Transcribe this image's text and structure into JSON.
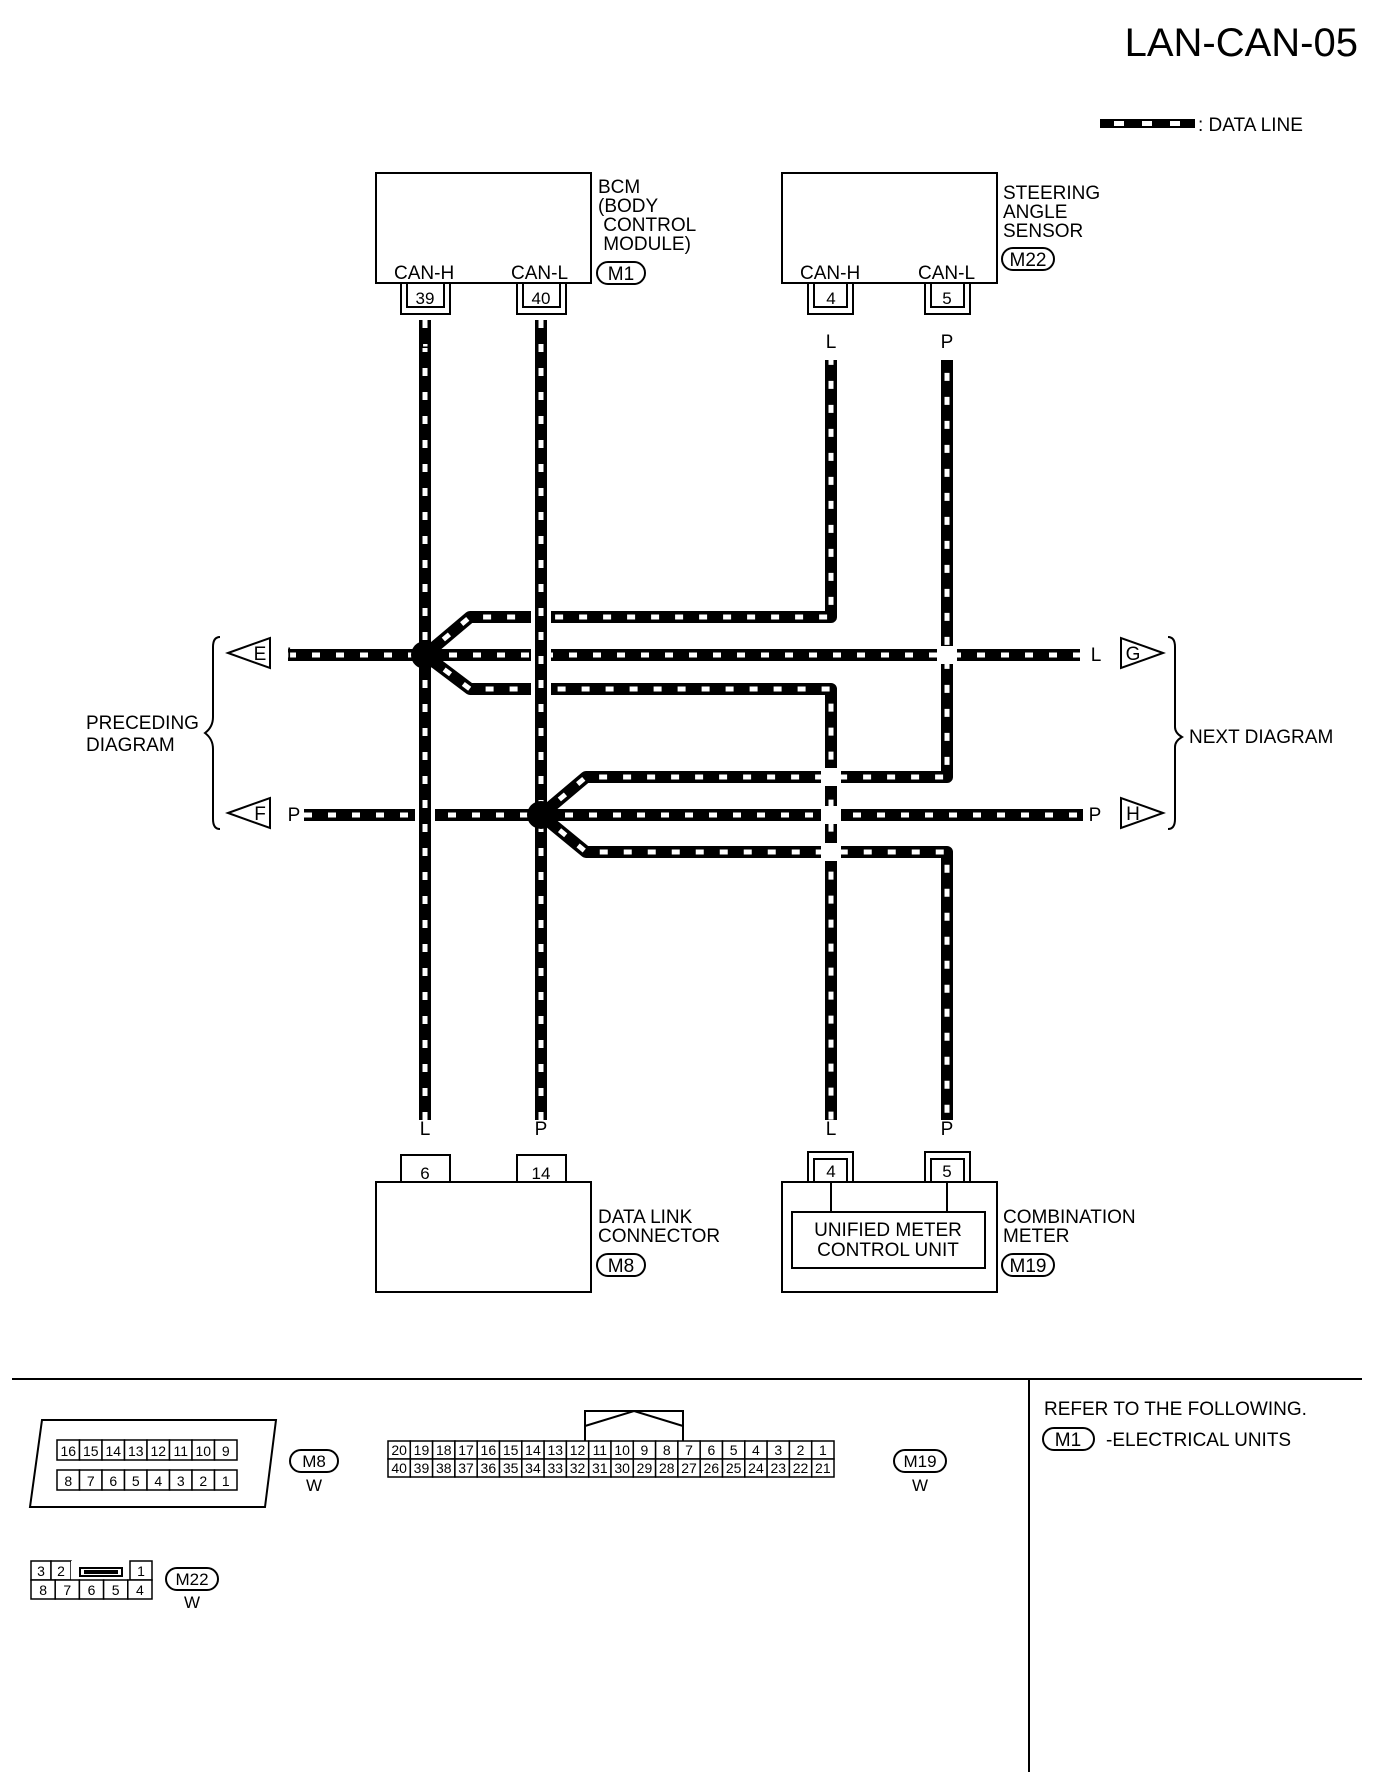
{
  "diagram_id": "LAN-CAN-05",
  "legend": {
    "data_line": ": DATA LINE"
  },
  "wire_colors": {
    "can_h": "L",
    "can_l": "P"
  },
  "components": {
    "bcm": {
      "name_lines": [
        "BCM",
        "(BODY",
        " CONTROL",
        " MODULE)"
      ],
      "connector": "M1",
      "can_h_label": "CAN-H",
      "can_l_label": "CAN-L",
      "can_h_pin": "39",
      "can_l_pin": "40"
    },
    "steering": {
      "name_lines": [
        "STEERING",
        "ANGLE",
        "SENSOR"
      ],
      "connector": "M22",
      "can_h_label": "CAN-H",
      "can_l_label": "CAN-L",
      "can_h_pin": "4",
      "can_l_pin": "5"
    },
    "dlc": {
      "name_lines": [
        "DATA LINK",
        "CONNECTOR"
      ],
      "connector": "M8",
      "pin_h": "6",
      "pin_l": "14"
    },
    "meter": {
      "name_lines": [
        "COMBINATION",
        "METER"
      ],
      "connector": "M19",
      "pin_h": "4",
      "pin_l": "5",
      "inner_lines": [
        "UNIFIED METER",
        "CONTROL UNIT"
      ]
    }
  },
  "offpage": {
    "preceding_lines": [
      "PRECEDING",
      "DIAGRAM"
    ],
    "next": "NEXT DIAGRAM",
    "arrows": {
      "e": "E",
      "f": "F",
      "g": "G",
      "h": "H"
    }
  },
  "connector_views": {
    "m8": {
      "id": "M8",
      "color": "W",
      "top": [
        "16",
        "15",
        "14",
        "13",
        "12",
        "11",
        "10",
        "9"
      ],
      "bottom": [
        "8",
        "7",
        "6",
        "5",
        "4",
        "3",
        "2",
        "1"
      ]
    },
    "m19": {
      "id": "M19",
      "color": "W",
      "top": [
        "20",
        "19",
        "18",
        "17",
        "16",
        "15",
        "14",
        "13",
        "12",
        "11",
        "10",
        "9",
        "8",
        "7",
        "6",
        "5",
        "4",
        "3",
        "2",
        "1"
      ],
      "bottom": [
        "40",
        "39",
        "38",
        "37",
        "36",
        "35",
        "34",
        "33",
        "32",
        "31",
        "30",
        "29",
        "28",
        "27",
        "26",
        "25",
        "24",
        "23",
        "22",
        "21"
      ]
    },
    "m22": {
      "id": "M22",
      "color": "W",
      "top": [
        "3",
        "2",
        "1"
      ],
      "bottom": [
        "8",
        "7",
        "6",
        "5",
        "4"
      ]
    }
  },
  "reference": {
    "heading": "REFER TO THE FOLLOWING.",
    "connector": "M1",
    "text": "-ELECTRICAL UNITS"
  }
}
